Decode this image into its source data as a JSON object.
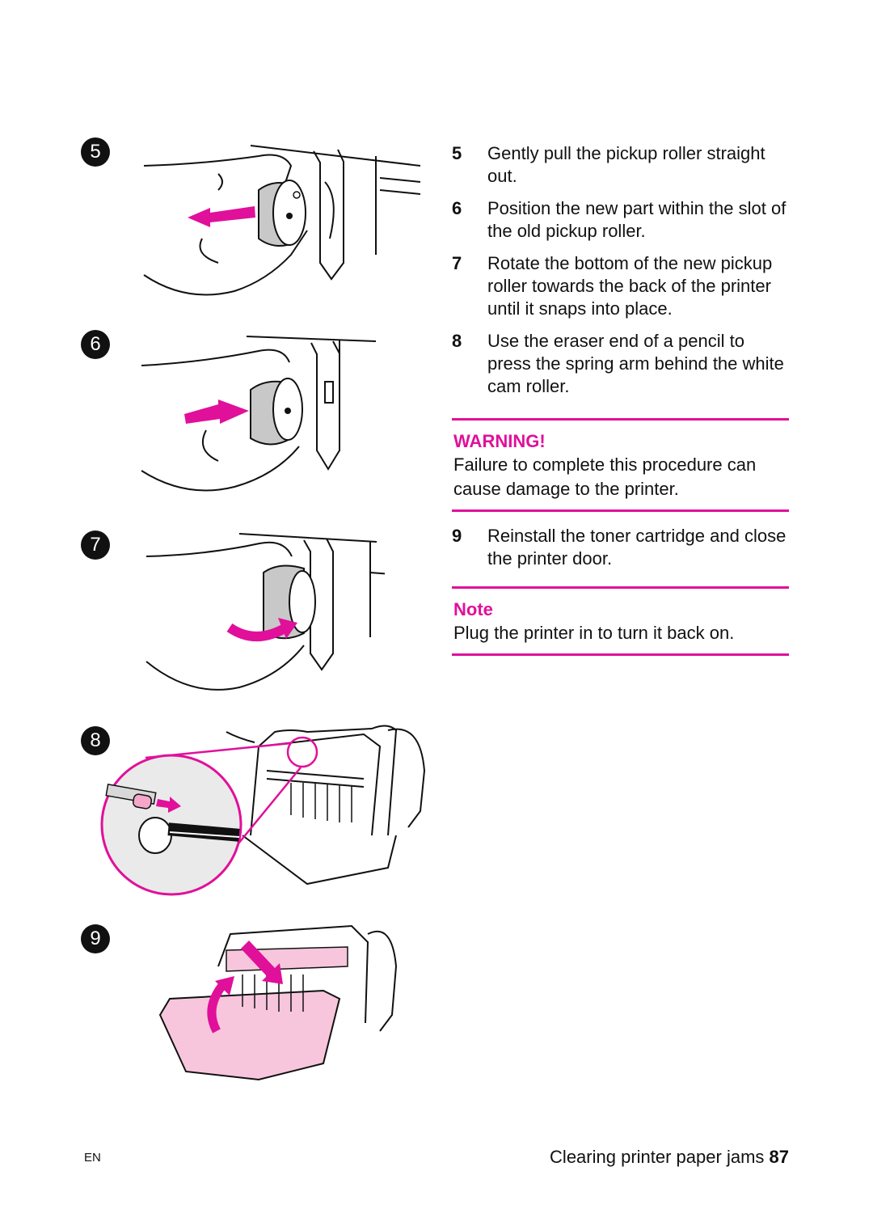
{
  "steps": [
    {
      "num": "5",
      "text": "Gently pull the pickup roller straight out."
    },
    {
      "num": "6",
      "text": "Position the new part within the slot of the old pickup roller."
    },
    {
      "num": "7",
      "text": "Rotate the bottom of the new pickup roller towards the back of the printer until it snaps into place."
    },
    {
      "num": "8",
      "text": "Use the eraser end of a pencil to press the spring arm behind the white cam roller."
    },
    {
      "num": "9",
      "text": "Reinstall the toner cartridge and close the printer door."
    }
  ],
  "warning": {
    "heading": "WARNING!",
    "text": "Failure to complete this procedure can cause damage to the printer."
  },
  "note": {
    "heading": "Note",
    "text": "Plug the printer in to turn it back on."
  },
  "figure_badges": [
    "5",
    "6",
    "7",
    "8",
    "9"
  ],
  "footer": {
    "lang": "EN",
    "section": "Clearing printer paper jams",
    "page": "87"
  },
  "colors": {
    "accent": "#e0109a",
    "pink_fill": "#f7c6dc"
  }
}
